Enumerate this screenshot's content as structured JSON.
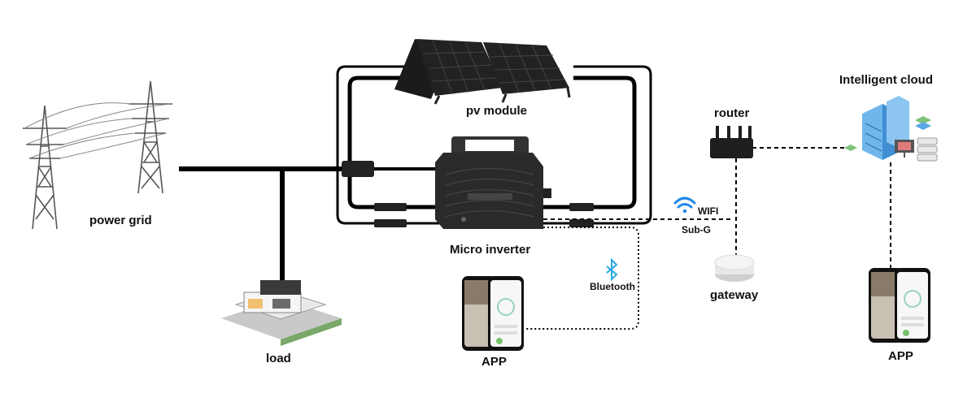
{
  "labels": {
    "power_grid": "power grid",
    "load": "load",
    "pv_module": "pv module",
    "micro_inverter": "Micro inverter",
    "app_left": "APP",
    "app_right": "APP",
    "bluetooth": "Bluetooth",
    "wifi": "WIFI",
    "sub_g": "Sub-G",
    "router": "router",
    "gateway": "gateway",
    "intelligent_cloud": "Intelligent cloud"
  },
  "colors": {
    "cable": "#000000",
    "device": "#2a2a2a",
    "panel": "#1b1b1b",
    "wifi": "#1e88e5",
    "bluetooth": "#29a8e0",
    "server": "#5aa8e6",
    "gateway": "#e8e8e8"
  }
}
